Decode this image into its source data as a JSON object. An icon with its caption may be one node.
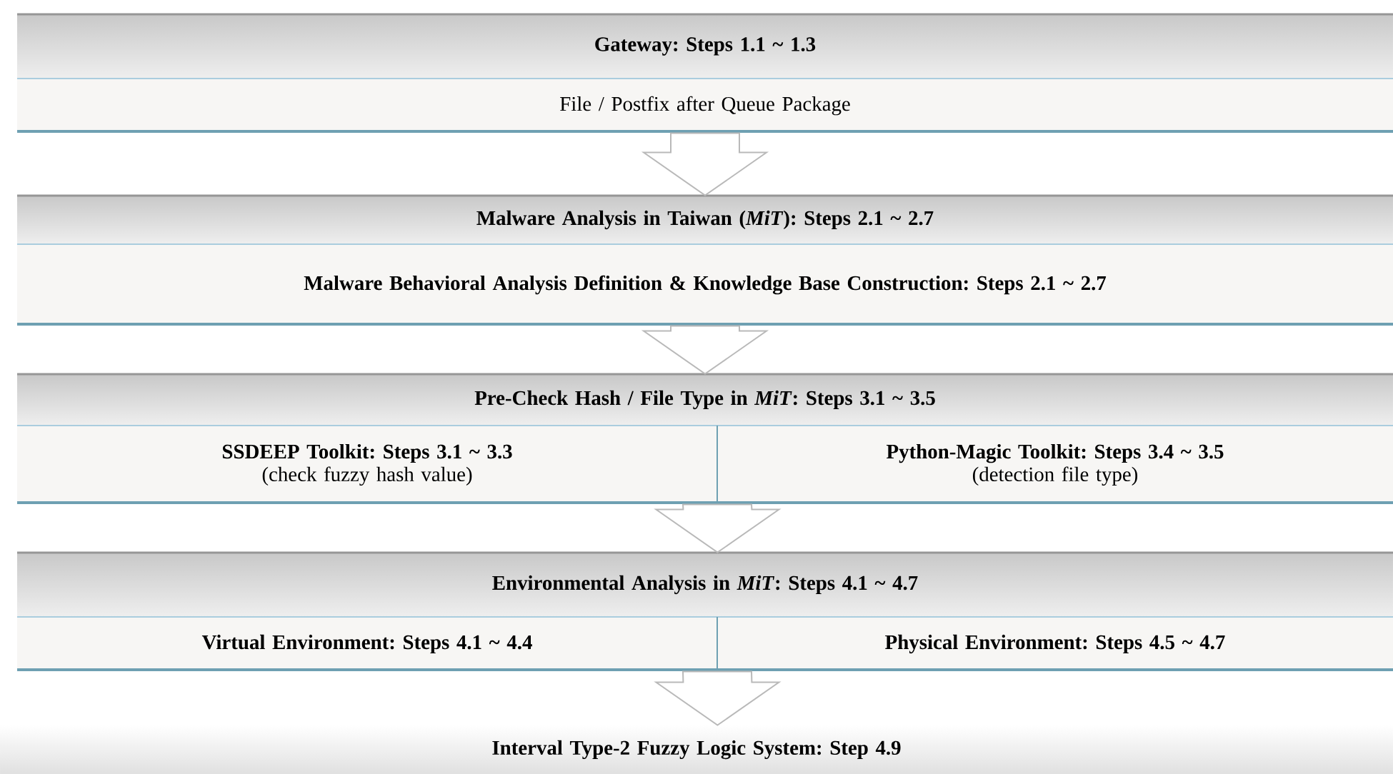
{
  "diagram": {
    "nodes": [
      {
        "text": [
          "Gateway: Steps 1.1 ~ 1.3"
        ]
      },
      {
        "text": [
          "File / Postfix after Queue Package"
        ]
      },
      {
        "text": [
          "Malware Analysis in Taiwan (*MiT*): Steps 2.1 ~ 2.7"
        ]
      },
      {
        "text": [
          "Malware Behavioral Analysis Definition & Knowledge Base Construction: Steps 2.1 ~ 2.7"
        ]
      },
      {
        "text": [
          "Pre-Check Hash / File Type in *MiT*: Steps 3.1 ~ 3.5"
        ]
      },
      {
        "text": [
          "SSDEEP Toolkit: Steps 3.1 ~ 3.3",
          "(check fuzzy hash value)"
        ]
      },
      {
        "text": [
          "Python-Magic Toolkit: Steps 3.4 ~ 3.5",
          "(detection file type)"
        ]
      },
      {
        "text": [
          "Environmental Analysis in *MiT*: Steps 4.1 ~ 4.7"
        ]
      },
      {
        "text": [
          "Virtual Environment: Steps 4.1 ~ 4.4"
        ]
      },
      {
        "text": [
          "Physical Environment: Steps 4.5 ~ 4.7"
        ]
      },
      {
        "text": [
          "Interval Type-2 Fuzzy Logic System: Step 4.9"
        ]
      }
    ],
    "edges": [
      {
        "from": 1,
        "to": 2,
        "arrow": "to"
      },
      {
        "from": 3,
        "to": 4,
        "arrow": "to"
      },
      {
        "from": 5,
        "to": 7,
        "arrow": "to"
      },
      {
        "from": 6,
        "to": 7,
        "arrow": "to"
      },
      {
        "from": 8,
        "to": 10,
        "arrow": "to"
      },
      {
        "from": 9,
        "to": 10,
        "arrow": "to"
      }
    ]
  }
}
